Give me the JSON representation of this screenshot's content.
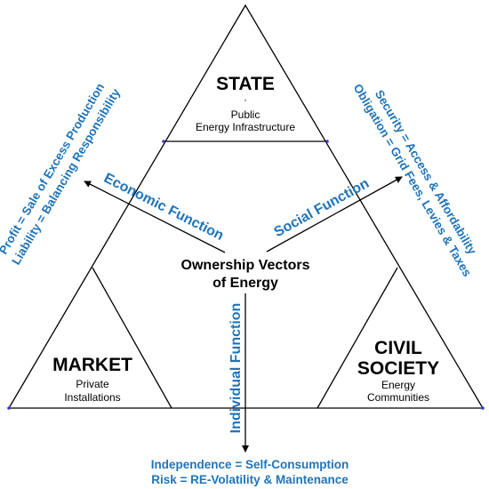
{
  "colors": {
    "accent_blue": "#1f74b8",
    "line": "#000000",
    "corner_dot": "#3a3ad0"
  },
  "corners": {
    "state": {
      "title": "STATE",
      "dot": "·",
      "sub1": "Public",
      "sub2": "Energy Infrastructure"
    },
    "market": {
      "title": "MARKET",
      "sub1": "Private",
      "sub2": "Installations"
    },
    "civil": {
      "title1": "CIVIL",
      "title2": "SOCIETY",
      "sub1": "Energy",
      "sub2": "Communities"
    }
  },
  "center": {
    "line1": "Ownership Vectors",
    "line2": "of Energy"
  },
  "functions": {
    "economic": "Economic Function",
    "social": "Social Function",
    "individual": "Individual Function"
  },
  "left_side": {
    "line1": "Profit = Sale of Excess Production",
    "line2": "Liability = Balancing Responsibility"
  },
  "right_side": {
    "line1": "Security = Access & Affordability",
    "line2": "Obligation = Grid Fees, Levies & Taxes"
  },
  "bottom_text": {
    "line1": "Independence = Self-Consumption",
    "line2": "Risk = RE-Volatility & Maintenance"
  }
}
